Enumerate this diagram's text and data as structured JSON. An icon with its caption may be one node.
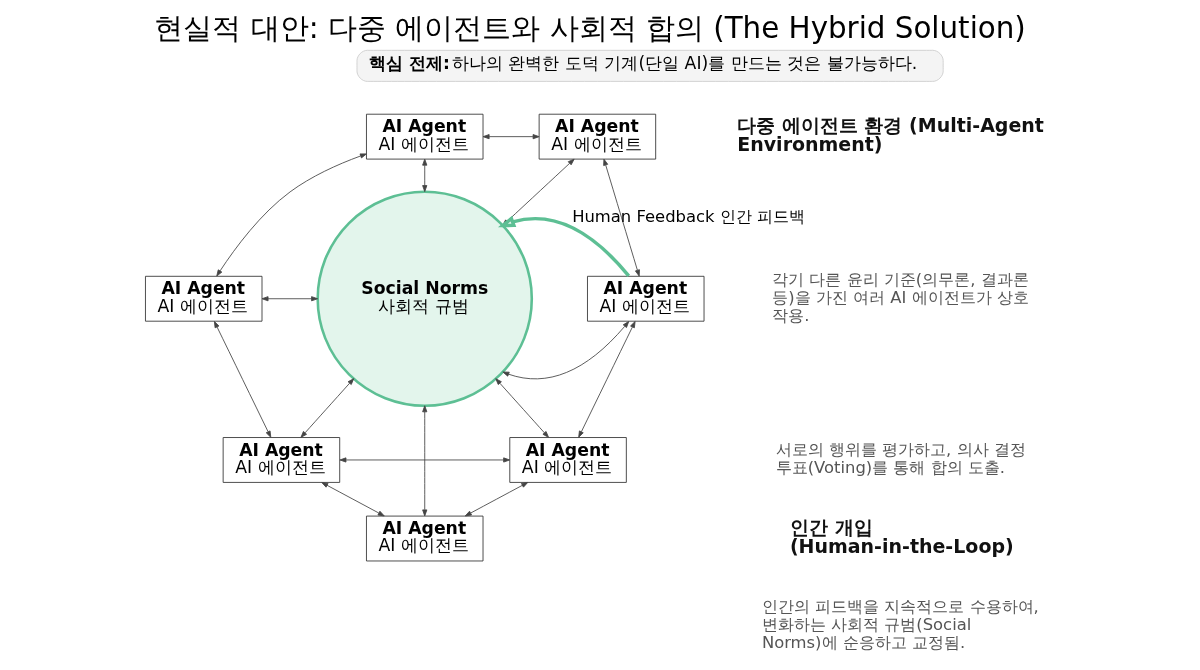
{
  "diagram": {
    "title": "현실적 대안: 다중 에이전트와 사회적 합의 (The Hybrid Solution)",
    "nodes": [
      {
        "text": [
          "핵심 전제:",
          "하나의 완벽한 도덕 기계(단일 AI)를 만드는 것은 불가능하다."
        ]
      },
      {
        "text": [
          "AI Agent",
          "AI 에이전트"
        ]
      },
      {
        "text": [
          "AI Agent",
          "AI 에이전트"
        ]
      },
      {
        "text": [
          "AI Agent",
          "AI 에이전트"
        ]
      },
      {
        "text": [
          "Social Norms",
          "사회적 규범"
        ]
      },
      {
        "text": [
          "AI Agent",
          "AI 에이전트"
        ]
      },
      {
        "text": [
          "AI Agent",
          "AI 에이전트"
        ]
      },
      {
        "text": [
          "AI Agent",
          "AI 에이전트"
        ]
      },
      {
        "text": [
          "AI Agent",
          "AI 에이전트"
        ]
      }
    ],
    "edges": [
      {
        "from": 1,
        "to": 2,
        "arrow": "both"
      },
      {
        "from": 1,
        "to": 3,
        "arrow": "both"
      },
      {
        "from": 1,
        "to": 4,
        "arrow": "both"
      },
      {
        "from": 2,
        "to": 4,
        "arrow": "both"
      },
      {
        "from": 2,
        "to": 5,
        "arrow": "both"
      },
      {
        "from": 3,
        "to": 4,
        "arrow": "both"
      },
      {
        "from": 4,
        "to": 5,
        "arrow": "both"
      },
      {
        "from": 3,
        "to": 6,
        "arrow": "both"
      },
      {
        "from": 5,
        "to": 7,
        "arrow": "both"
      },
      {
        "from": 6,
        "to": 4,
        "arrow": "both"
      },
      {
        "from": 7,
        "to": 4,
        "arrow": "both"
      },
      {
        "from": 6,
        "to": 7,
        "arrow": "both"
      },
      {
        "from": 4,
        "to": 8,
        "arrow": "both"
      },
      {
        "from": 6,
        "to": 8,
        "arrow": "both"
      },
      {
        "from": 7,
        "to": 8,
        "arrow": "both"
      },
      {
        "from": 5,
        "to": 4,
        "arrow": "to",
        "label": "Human Feedback 인간 피드백",
        "style": "thick",
        "color": "#5dbf94"
      }
    ],
    "labels": [
      "다중 에이전트 환경 (Multi-Agent Environment)",
      "각기 다른 윤리 기준(의무론, 결과론 등)을 가진 여러 AI 에이전트가 상호 작용.",
      "서로의 행위를 평가하고, 의사 결정 투표(Voting)를 통해 합의 도출.",
      "인간 개입 (Human-in-the-Loop)",
      "인간의 피드백을 지속적으로 수용하여, 변화하는 사회적 규범(Social Norms)에 순응하고 교정됨."
    ]
  }
}
